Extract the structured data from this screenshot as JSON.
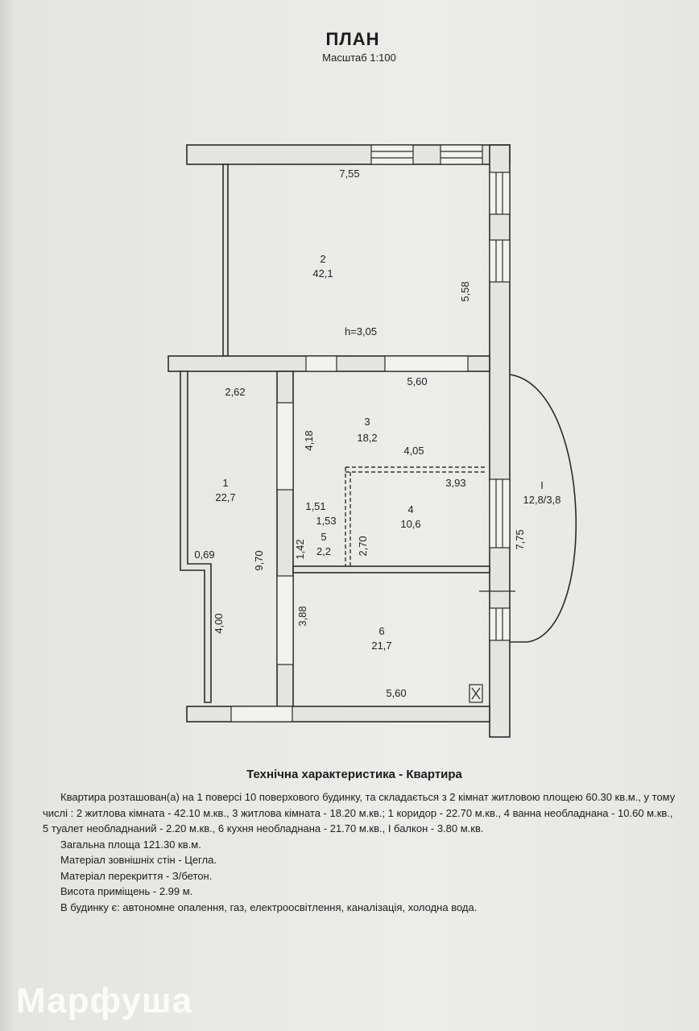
{
  "header": {
    "title": "ПЛАН",
    "scale": "Масштаб 1:100"
  },
  "plan": {
    "top_width": "7,55",
    "room2_height": "5,58",
    "room2_num": "2",
    "room2_area": "42,1",
    "ceiling": "h=3,05",
    "room1_width": "2,62",
    "room1_num": "1",
    "room1_area": "22,7",
    "room1_len": "9,70",
    "room1_step": "0,69",
    "room1_lower": "4,00",
    "room3_width": "5,60",
    "room3_depth": "4,18",
    "room3_num": "3",
    "room3_area": "18,2",
    "room3_inner": "4,05",
    "room4_width": "3,93",
    "room4_num": "4",
    "room4_area": "10,6",
    "room4_depth": "2,70",
    "room5_w1": "1,51",
    "room5_w2": "1,53",
    "room5_num": "5",
    "room5_area": "2,2",
    "room5_depth": "1,42",
    "balcony_num": "I",
    "balcony_area": "12,8/3,8",
    "balcony_len": "7,75",
    "room6_depth": "3,88",
    "room6_num": "6",
    "room6_area": "21,7",
    "room6_width": "5,60"
  },
  "tech": {
    "heading": "Технічна характеристика - Квартира",
    "para": "Квартира розташован(а) на 1 поверсі 10 поверхового будинку, та складається з 2 кімнат житловою площею 60.30 кв.м., у тому числі : 2 житлова кімната - 42.10 м.кв., 3 житлова кімната - 18.20 м.кв.; 1 коридор - 22.70 м.кв., 4 ванна необладнана - 10.60 м.кв., 5 туалет необладнаний - 2.20 м.кв., 6 кухня необладнана - 21.70 м.кв., I балкон - 3.80 м.кв.",
    "total": "Загальна площа 121.30 кв.м.",
    "walls": "Матеріал зовнішніх стін - Цегла.",
    "floors": "Матеріал перекриття - З/бетон.",
    "height": "Висота приміщень - 2.99 м.",
    "utilities": "В будинку є: автономне опалення, газ, електроосвітлення, каналізація, холодна вода."
  },
  "watermark": "Марфуша"
}
